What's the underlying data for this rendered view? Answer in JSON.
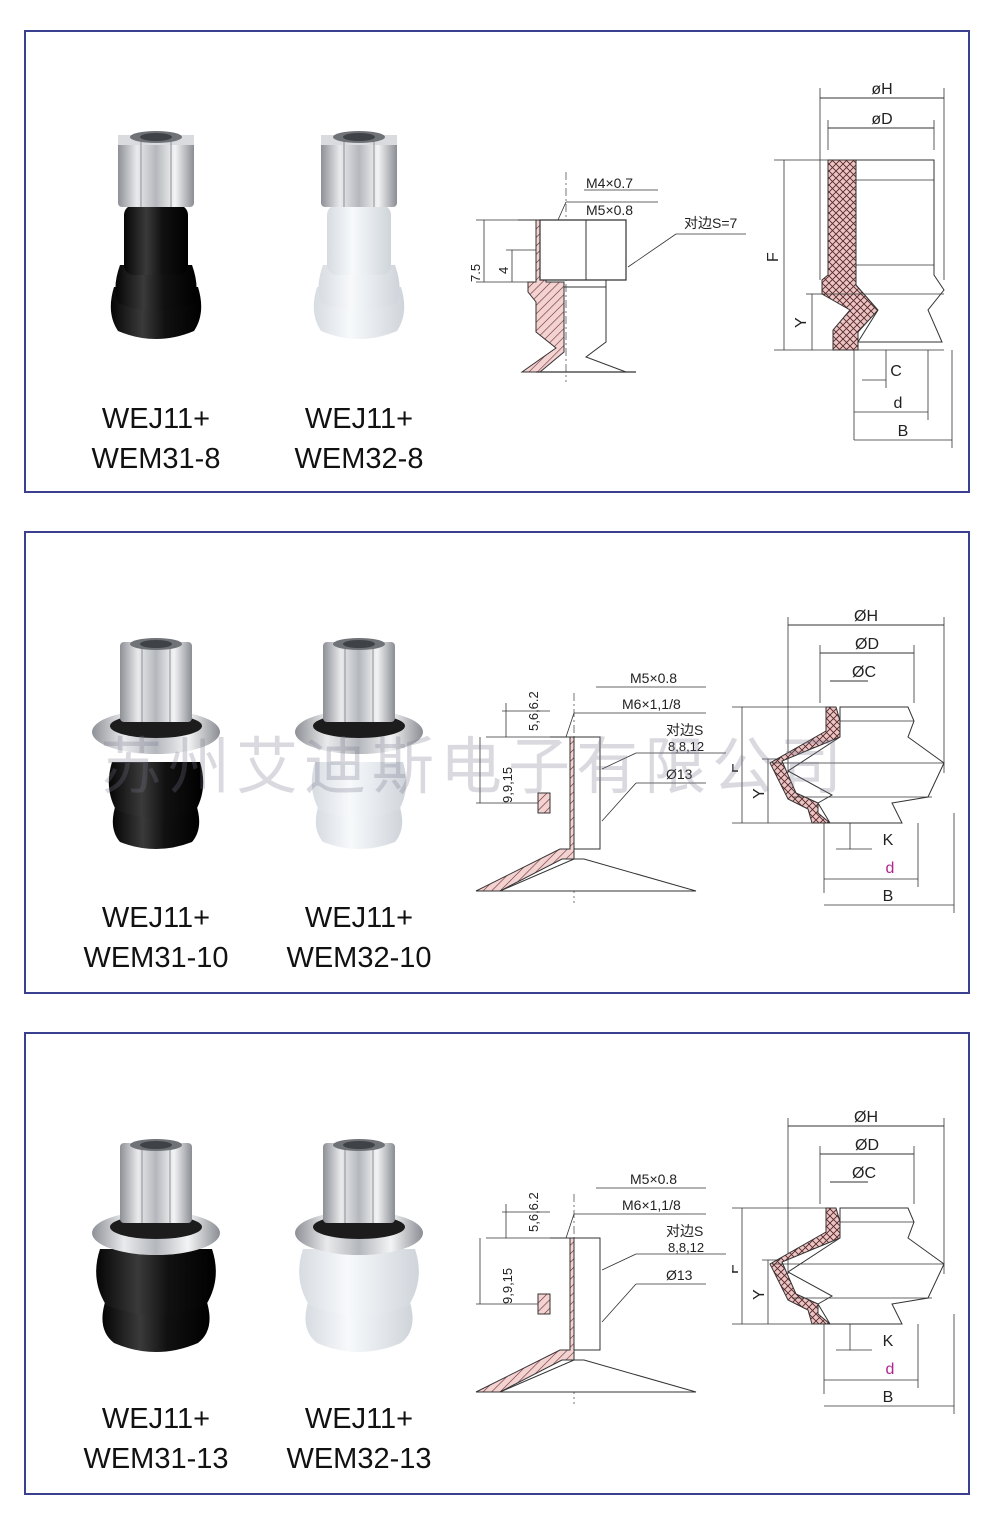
{
  "panels": [
    {
      "products": [
        {
          "line1": "WEJ11+",
          "line2": "WEM31-8",
          "color": "black"
        },
        {
          "line1": "WEJ11+",
          "line2": "WEM32-8",
          "color": "clear"
        }
      ],
      "section_labels": {
        "thread1": "M4×0.7",
        "thread2": "M5×0.8",
        "hex": "对边S=7",
        "dim_a": "7.5",
        "dim_b": "4"
      },
      "outline_labels": {
        "h": "øH",
        "d_top": "øD",
        "f": "F",
        "y": "Y",
        "c": "C",
        "d": "d",
        "b": "B"
      }
    },
    {
      "products": [
        {
          "line1": "WEJ11+",
          "line2": "WEM31-10",
          "color": "black"
        },
        {
          "line1": "WEJ11+",
          "line2": "WEM32-10",
          "color": "clear"
        }
      ],
      "section_labels": {
        "thread1": "M5×0.8",
        "thread2": "M6×1,1/8",
        "hex": "对边S",
        "hex_vals": "8,8,12",
        "dia": "Ø13",
        "dim_a": "5,6,6.2",
        "dim_b": "9,9,15"
      },
      "outline_labels": {
        "h": "ØH",
        "d_top": "ØD",
        "c": "ØC",
        "f": "F",
        "y": "Y",
        "k": "K",
        "d": "d",
        "b": "B"
      }
    },
    {
      "products": [
        {
          "line1": "WEJ11+",
          "line2": "WEM31-13",
          "color": "black"
        },
        {
          "line1": "WEJ11+",
          "line2": "WEM32-13",
          "color": "clear"
        }
      ],
      "section_labels": {
        "thread1": "M5×0.8",
        "thread2": "M6×1,1/8",
        "hex": "对边S",
        "hex_vals": "8,8,12",
        "dia": "Ø13",
        "dim_a": "5,6,6.2",
        "dim_b": "9,9,15"
      },
      "outline_labels": {
        "h": "ØH",
        "d_top": "ØD",
        "c": "ØC",
        "f": "F",
        "y": "Y",
        "k": "K",
        "d": "d",
        "b": "B"
      }
    }
  ],
  "watermark": "苏州艾迪斯电子有限公司",
  "colors": {
    "border": "#3a3f8f",
    "d_label": "#b0248f"
  }
}
